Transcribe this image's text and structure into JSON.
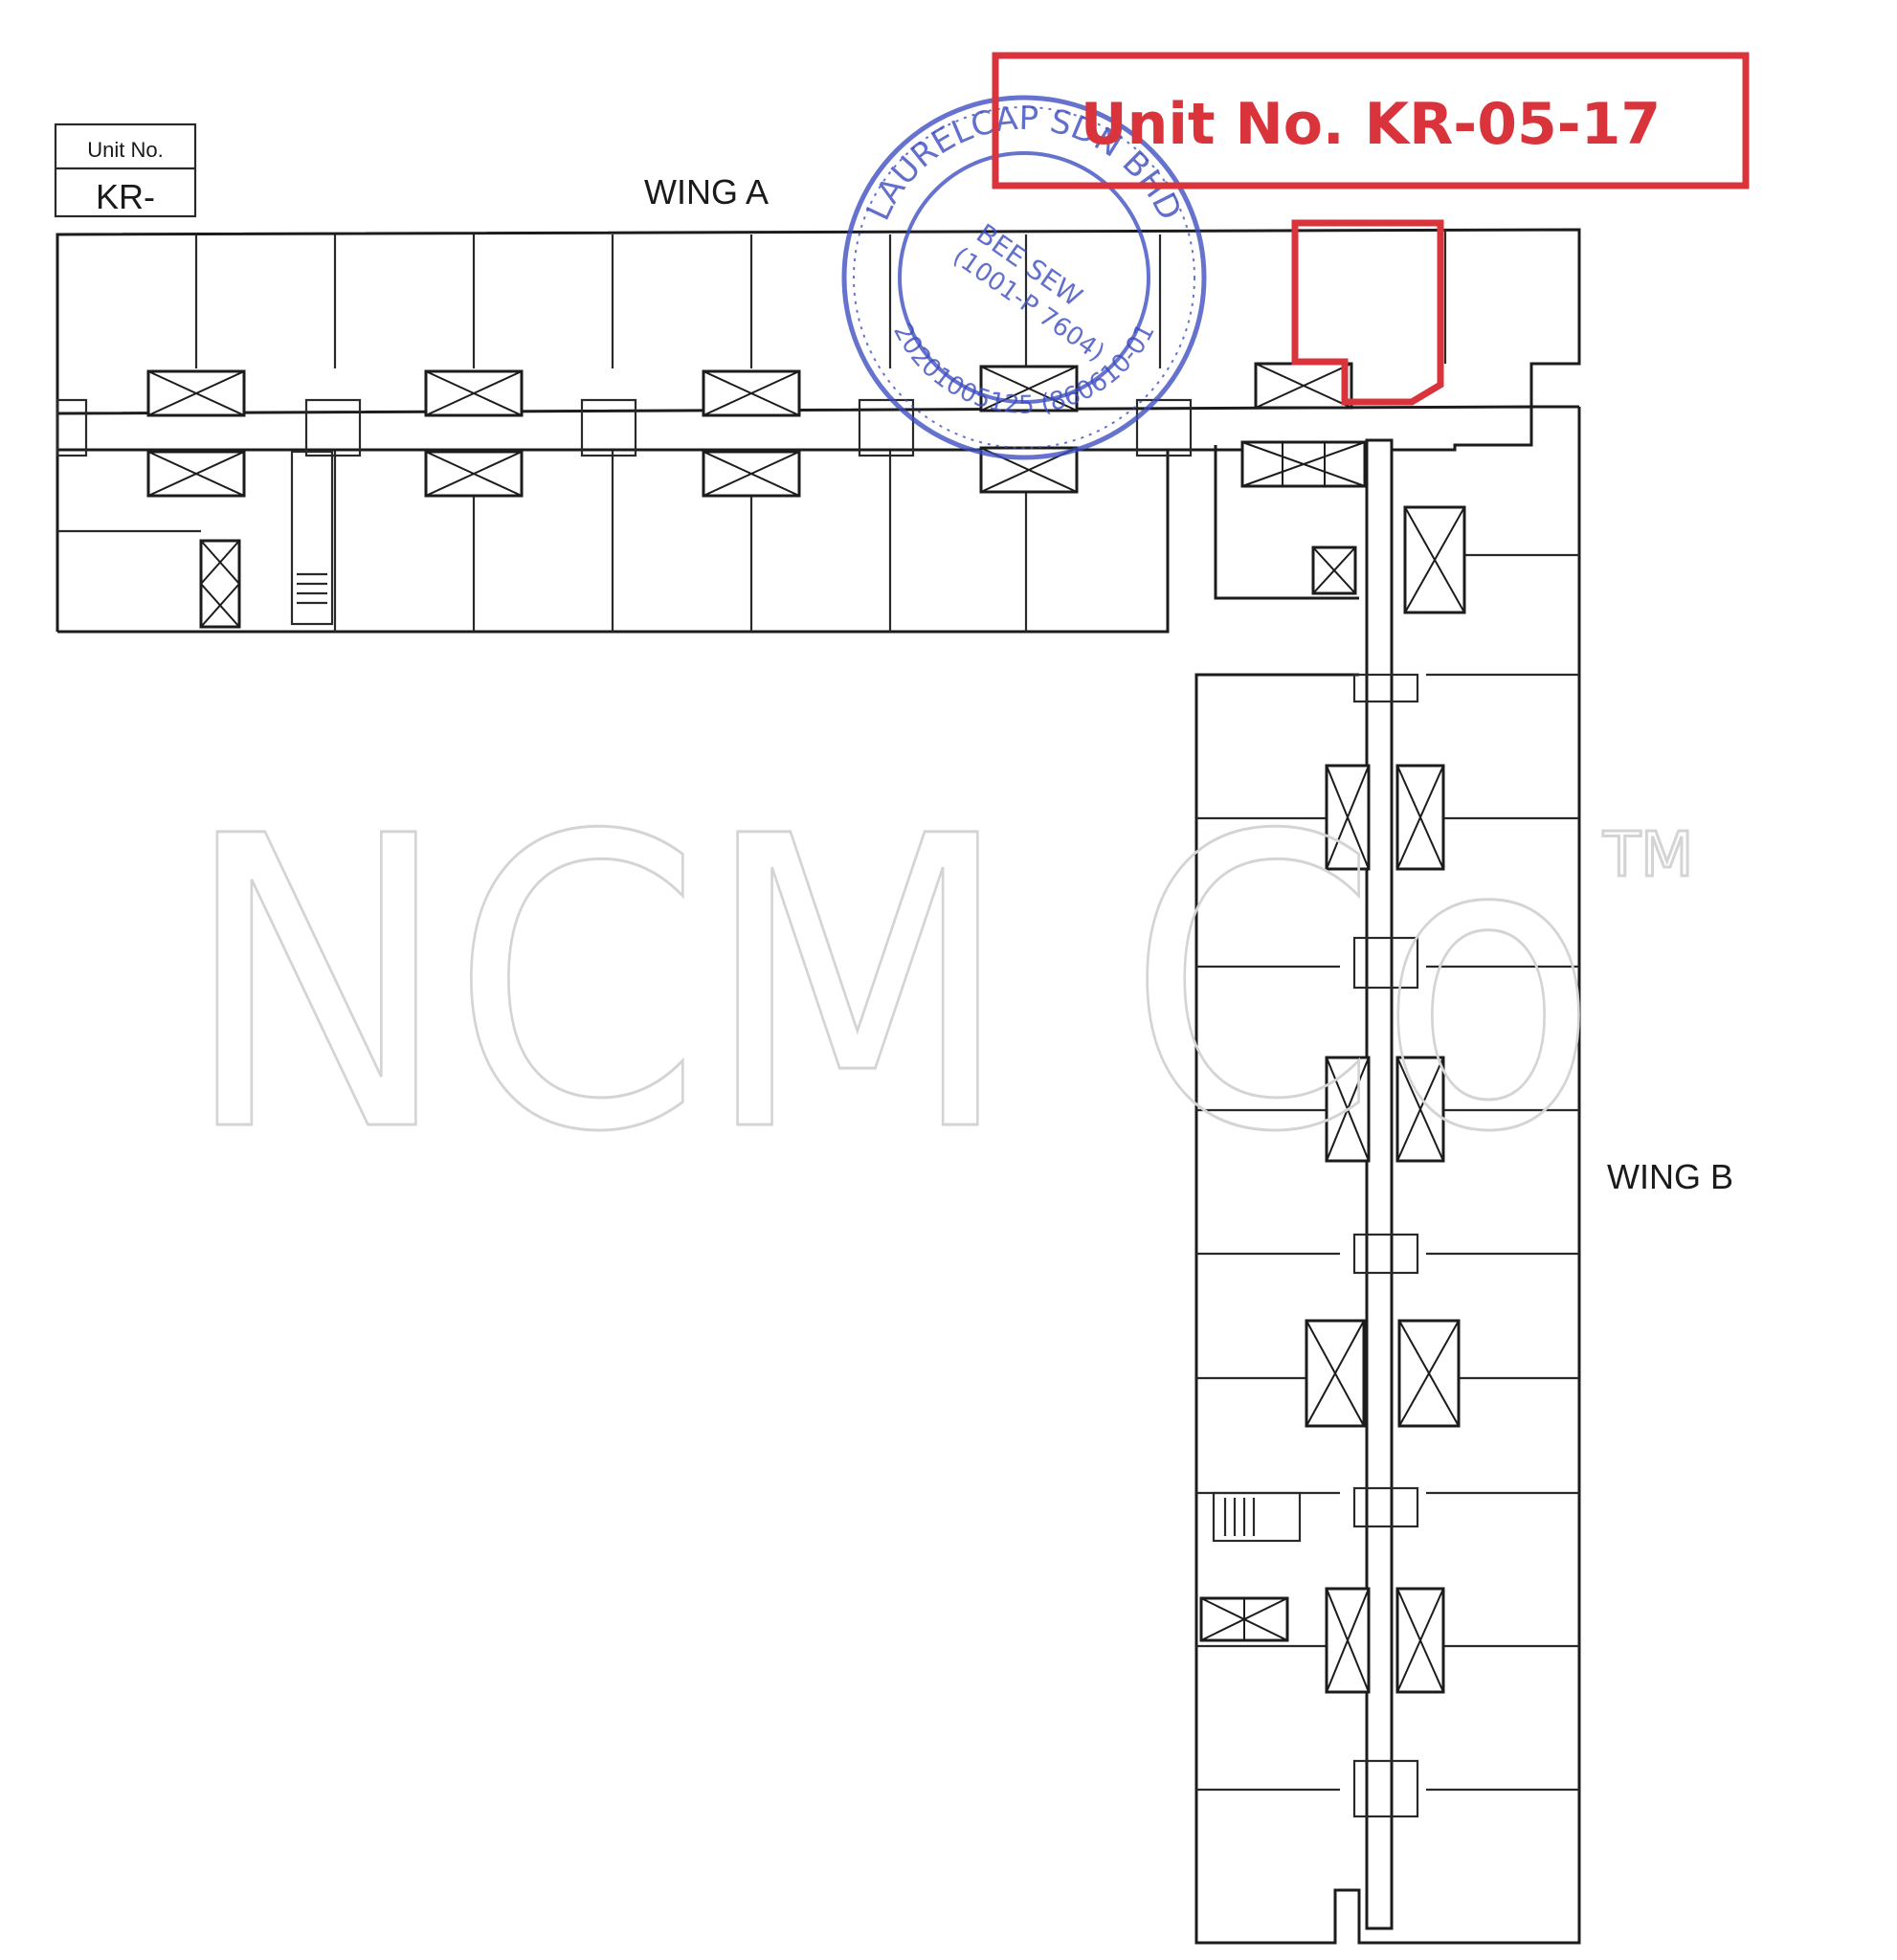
{
  "title_box": {
    "label": "Unit No. KR-05-17",
    "color": "#d9343b"
  },
  "unit_box": {
    "caption": "Unit No.",
    "value": "KR-"
  },
  "wings": {
    "a": "WING A",
    "b": "WING B"
  },
  "stamp": {
    "outer_text": "LAURELCAP SDN BHD",
    "inner_lines": [
      "BEE SEW",
      "(1001-P 7604)"
    ],
    "bottom_text": "20201005125 (860610-01",
    "color": "#3b4cc0"
  },
  "watermark": {
    "text": "NCM Co",
    "tm": "TM"
  },
  "highlight": {
    "unit": "KR-05-17",
    "color": "#d9343b"
  }
}
